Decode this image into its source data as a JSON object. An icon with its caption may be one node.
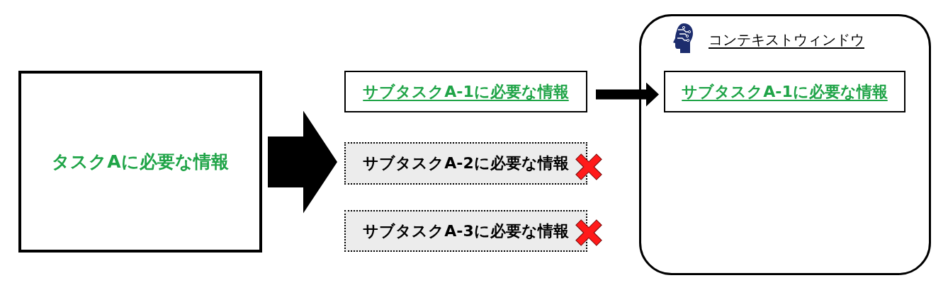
{
  "diagram": {
    "nodes": [
      {
        "text": [
          "タスクAに必要な情報"
        ]
      },
      {
        "text": [
          "サブタスクA-1に必要な情報"
        ]
      },
      {
        "text": [
          "サブタスクA-2に必要な情報"
        ]
      },
      {
        "text": [
          "サブタスクA-3に必要な情報"
        ]
      },
      {
        "text": [
          "コンテキストウィンドウ"
        ]
      },
      {
        "text": [
          "サブタスクA-1に必要な情報"
        ],
        "in": 4
      }
    ],
    "edges": [
      {
        "from": 0,
        "to": 2,
        "arrow": "to",
        "style": "thick"
      },
      {
        "from": 1,
        "to": 5,
        "arrow": "to"
      }
    ]
  }
}
